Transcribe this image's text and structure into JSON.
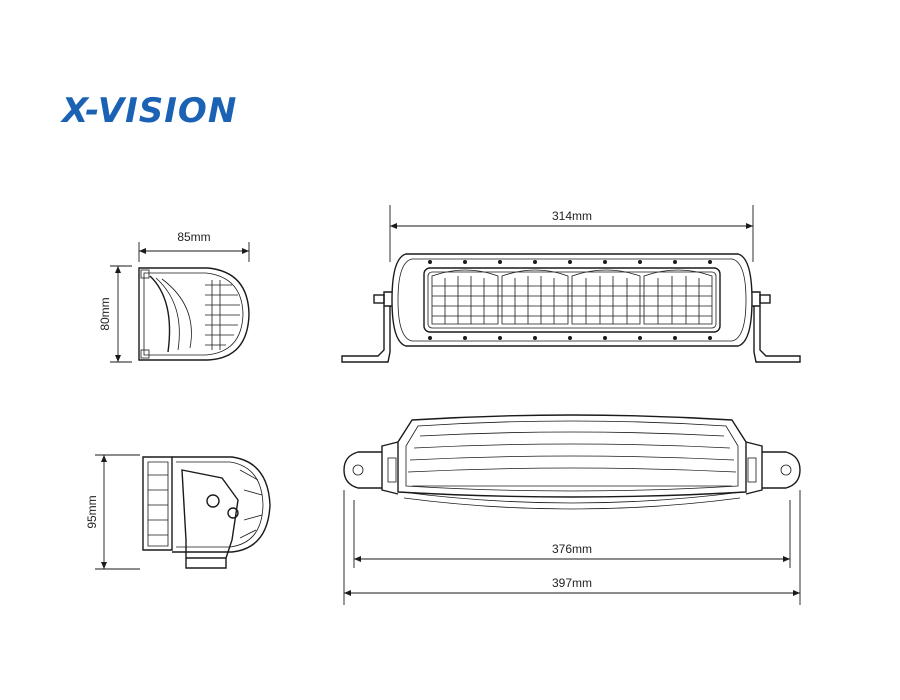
{
  "brand": {
    "logo_text": "X-VISION",
    "color": "#1b62b4"
  },
  "dimensions": {
    "side_width": "85mm",
    "side_height": "80mm",
    "bracket_height": "95mm",
    "front_width": "314mm",
    "bottom_inner_width": "376mm",
    "bottom_total_width": "397mm"
  }
}
